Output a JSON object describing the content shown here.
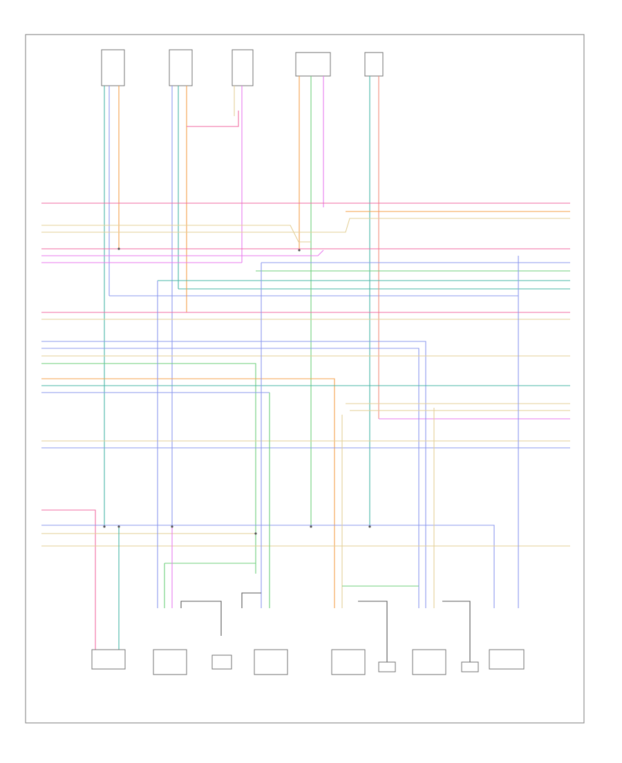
{
  "diagram": {
    "footer_code": "",
    "top_components": [
      {
        "id": "tc1",
        "label": ""
      },
      {
        "id": "tc2",
        "label": ""
      },
      {
        "id": "tc3",
        "label": ""
      },
      {
        "id": "tc4",
        "label": ""
      },
      {
        "id": "tc5",
        "label": ""
      }
    ],
    "bottom_components": [
      {
        "id": "bc1",
        "label": ""
      },
      {
        "id": "bc2",
        "label": ""
      },
      {
        "id": "bc3",
        "label": ""
      },
      {
        "id": "bc4",
        "label": ""
      },
      {
        "id": "bc5",
        "label": ""
      },
      {
        "id": "bc6",
        "label": ""
      },
      {
        "id": "bc7",
        "label": ""
      },
      {
        "id": "bc8",
        "label": ""
      },
      {
        "id": "bc9",
        "label": ""
      },
      {
        "id": "bc10",
        "label": ""
      }
    ],
    "wire_colors": {
      "pink": "#f06aa0",
      "orange": "#f4a04a",
      "tan": "#e3cf96",
      "violet": "#e879ee",
      "blue": "#8b98ee",
      "green": "#6ccf7a",
      "teal": "#45b5a6",
      "gray": "#9a9a9a",
      "salmon": "#f28a7a"
    }
  }
}
